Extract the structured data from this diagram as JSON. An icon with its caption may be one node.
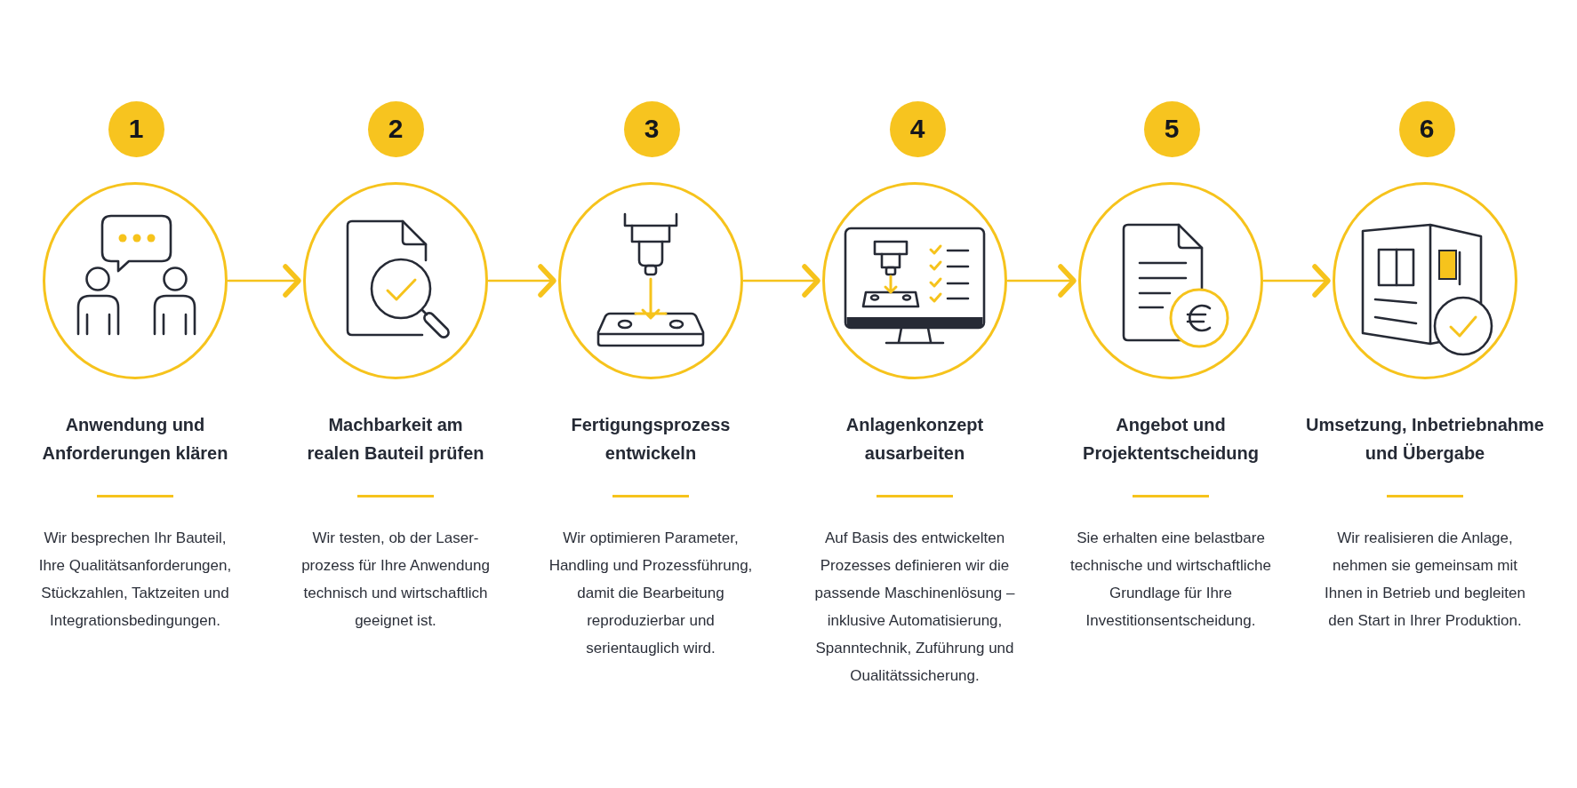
{
  "diagram": {
    "nodes": [
      {
        "text": [
          "1"
        ]
      },
      {
        "text": [
          "Anwendung und Anforderungen klären",
          "Wir besprechen Ihr Bauteil, Ihre Qualitätsanforderungen, Stückzahlen, Taktzeiten und Integrationsbedingungen."
        ]
      },
      {
        "text": [
          "2"
        ]
      },
      {
        "text": [
          "Machbarkeit am realen Bauteil prüfen",
          "Wir testen, ob der Laser-prozess für Ihre Anwendung technisch und wirtschaftlich geeignet ist."
        ]
      },
      {
        "text": [
          "3"
        ]
      },
      {
        "text": [
          "Fertigungsprozess entwickeln",
          "Wir optimieren Parameter, Handling und Prozessführung, damit die Bearbeitung reproduzierbar und serientauglich wird."
        ]
      },
      {
        "text": [
          "4"
        ]
      },
      {
        "text": [
          "Anlagenkonzept ausarbeiten",
          "Auf Basis des entwickelten Prozesses definieren wir die passende Maschinenlösung – inklusive Automatisierung, Spanntechnik, Zuführung und Oualitätssicherung."
        ]
      },
      {
        "text": [
          "5"
        ]
      },
      {
        "text": [
          "Angebot und Projektentscheidung",
          "Sie erhalten eine belastbare technische und wirtschaftliche Grundlage für Ihre Investitionsentscheidung."
        ]
      },
      {
        "text": [
          "6"
        ]
      },
      {
        "text": [
          "Umsetzung, Inbetriebnahme und Übergabe",
          "Wir realisieren die Anlage, nehmen sie gemeinsam mit Ihnen in Betrieb und begleiten den Start in Ihrer Produktion."
        ]
      }
    ],
    "edges": [
      {
        "from": 1,
        "to": 3,
        "arrow": "to"
      },
      {
        "from": 3,
        "to": 5,
        "arrow": "to"
      },
      {
        "from": 5,
        "to": 7,
        "arrow": "to"
      },
      {
        "from": 7,
        "to": 9,
        "arrow": "to"
      },
      {
        "from": 9,
        "to": 11,
        "arrow": "to"
      }
    ]
  }
}
